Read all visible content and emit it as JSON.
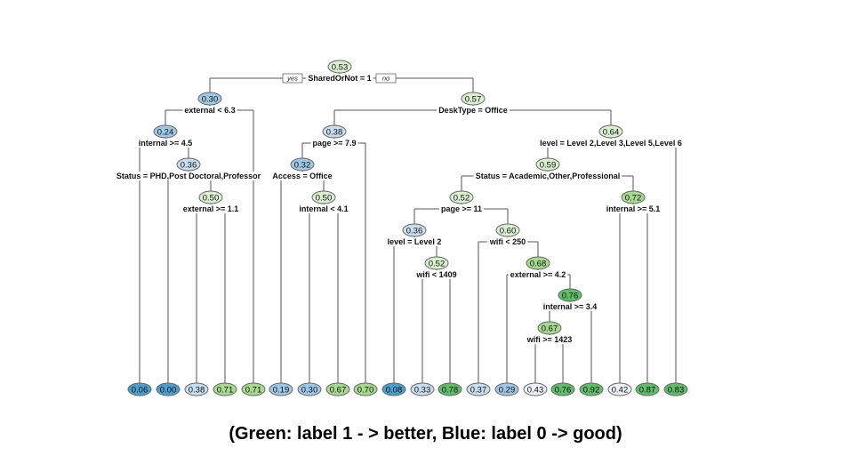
{
  "caption": "(Green: label 1 - > better, Blue: label 0 -> good)",
  "yes_label": "yes",
  "no_label": "no",
  "colors": {
    "edge": "#555555",
    "blue_dark": "#4a9fcf",
    "blue_mid": "#9ec9e6",
    "blue_light": "#c8def0",
    "neutral": "#eef2f8",
    "green_light": "#d9efcf",
    "green_mid": "#a7da8f",
    "green_dark": "#5fbe6a"
  },
  "tree": {
    "split_nodes": [
      {
        "id": "n1",
        "value": "0.53",
        "split": "SharedOrNot = 1"
      },
      {
        "id": "n2",
        "value": "0.30",
        "split": "external < 6.3"
      },
      {
        "id": "n3",
        "value": "0.57",
        "split": "DeskType = Office"
      },
      {
        "id": "n4",
        "value": "0.24",
        "split": "internal >= 4.5"
      },
      {
        "id": "n5",
        "value": "0.36",
        "split": "Status = PHD,Post Doctoral,Professor"
      },
      {
        "id": "n6",
        "value": "0.50",
        "split": "external >= 1.1"
      },
      {
        "id": "n7",
        "value": "0.38",
        "split": "page >= 7.9"
      },
      {
        "id": "n8",
        "value": "0.32",
        "split": "Access = Office"
      },
      {
        "id": "n9",
        "value": "0.50",
        "split": "internal < 4.1"
      },
      {
        "id": "n10",
        "value": "0.64",
        "split": "level = Level 2,Level 3,Level 5,Level 6"
      },
      {
        "id": "n11",
        "value": "0.59",
        "split": "Status = Academic,Other,Professional"
      },
      {
        "id": "n12",
        "value": "0.52",
        "split": "page >= 11"
      },
      {
        "id": "n13",
        "value": "0.36",
        "split": "level = Level 2"
      },
      {
        "id": "n14",
        "value": "0.52",
        "split": "wifi < 1409"
      },
      {
        "id": "n15",
        "value": "0.60",
        "split": "wifi < 250"
      },
      {
        "id": "n16",
        "value": "0.68",
        "split": "external >= 4.2"
      },
      {
        "id": "n17",
        "value": "0.76",
        "split": "internal >= 3.4"
      },
      {
        "id": "n18",
        "value": "0.67",
        "split": "wifi >= 1423"
      },
      {
        "id": "n19",
        "value": "0.72",
        "split": "internal >= 5.1"
      }
    ],
    "leaves": [
      {
        "id": "l1",
        "value": "0.06"
      },
      {
        "id": "l2",
        "value": "0.00"
      },
      {
        "id": "l3",
        "value": "0.38"
      },
      {
        "id": "l4",
        "value": "0.71"
      },
      {
        "id": "l5",
        "value": "0.71"
      },
      {
        "id": "l6",
        "value": "0.19"
      },
      {
        "id": "l7",
        "value": "0.30"
      },
      {
        "id": "l8",
        "value": "0.67"
      },
      {
        "id": "l9",
        "value": "0.70"
      },
      {
        "id": "l10",
        "value": "0.08"
      },
      {
        "id": "l11",
        "value": "0.33"
      },
      {
        "id": "l12",
        "value": "0.78"
      },
      {
        "id": "l13",
        "value": "0.37"
      },
      {
        "id": "l14",
        "value": "0.29"
      },
      {
        "id": "l15",
        "value": "0.43"
      },
      {
        "id": "l16",
        "value": "0.76"
      },
      {
        "id": "l17",
        "value": "0.92"
      },
      {
        "id": "l18",
        "value": "0.42"
      },
      {
        "id": "l19",
        "value": "0.87"
      },
      {
        "id": "l20",
        "value": "0.83"
      }
    ],
    "edges": [
      [
        "n1",
        "n2"
      ],
      [
        "n1",
        "n3"
      ],
      [
        "n2",
        "n4"
      ],
      [
        "n2",
        "l5"
      ],
      [
        "n4",
        "l1"
      ],
      [
        "n4",
        "n5"
      ],
      [
        "n5",
        "l2"
      ],
      [
        "n5",
        "n6"
      ],
      [
        "n6",
        "l3"
      ],
      [
        "n6",
        "l4"
      ],
      [
        "n3",
        "n7"
      ],
      [
        "n3",
        "n10"
      ],
      [
        "n7",
        "n8"
      ],
      [
        "n7",
        "l9"
      ],
      [
        "n8",
        "l6"
      ],
      [
        "n8",
        "n9"
      ],
      [
        "n9",
        "l7"
      ],
      [
        "n9",
        "l8"
      ],
      [
        "n10",
        "n11"
      ],
      [
        "n10",
        "l20"
      ],
      [
        "n11",
        "n12"
      ],
      [
        "n11",
        "n19"
      ],
      [
        "n12",
        "n13"
      ],
      [
        "n12",
        "n15"
      ],
      [
        "n13",
        "l10"
      ],
      [
        "n13",
        "n14"
      ],
      [
        "n14",
        "l11"
      ],
      [
        "n14",
        "l12"
      ],
      [
        "n15",
        "l13"
      ],
      [
        "n15",
        "n16"
      ],
      [
        "n16",
        "l14"
      ],
      [
        "n16",
        "n17"
      ],
      [
        "n17",
        "n18"
      ],
      [
        "n17",
        "l17"
      ],
      [
        "n18",
        "l15"
      ],
      [
        "n18",
        "l16"
      ],
      [
        "n19",
        "l18"
      ],
      [
        "n19",
        "l19"
      ]
    ]
  }
}
